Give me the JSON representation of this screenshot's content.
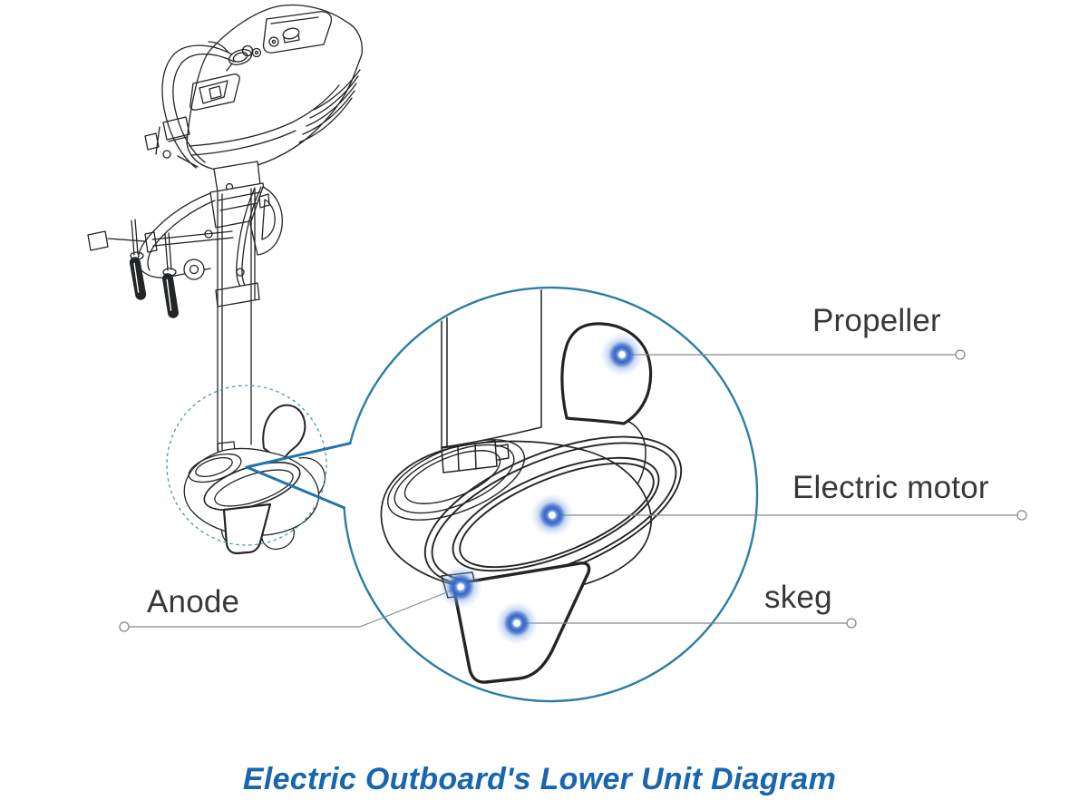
{
  "diagram": {
    "title": "Electric Outboard's Lower Unit Diagram",
    "labels": {
      "propeller": "Propeller",
      "electric_motor": "Electric motor",
      "anode": "Anode",
      "skeg": "skeg"
    },
    "markers": [
      "propeller",
      "electric-motor",
      "anode",
      "skeg"
    ],
    "icons": {
      "part_marker": "blue-glow-dot",
      "leader_endpoint": "open-circle",
      "zoom_callout": "magnifier-wedge-circle"
    },
    "colors": {
      "background": "#ffffff",
      "title_text": "#1766ae",
      "label_text": "#36383b",
      "line_art": "#222426",
      "detail_circle_stroke": "#2c7ea4",
      "zoom_wedge_stroke": "#2273ab",
      "dashed_circle_stroke": "#4f96ab",
      "leader_line": "#84888c",
      "marker_blue": "#3b6fd2"
    }
  }
}
